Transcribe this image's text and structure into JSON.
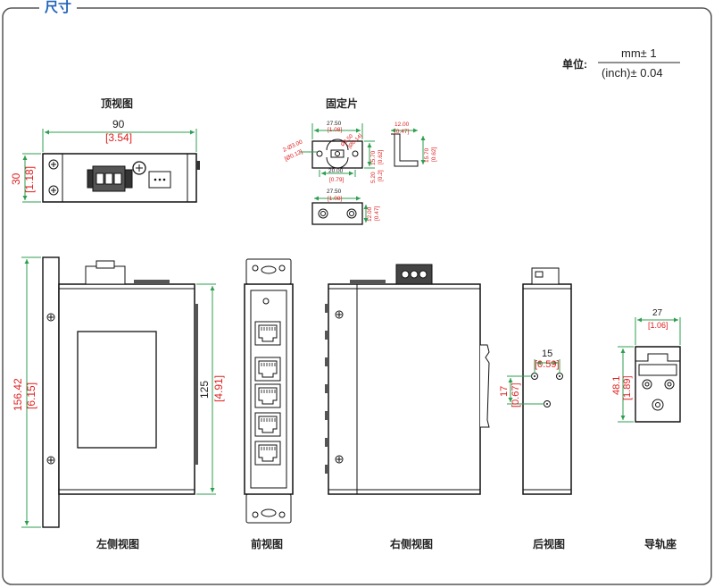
{
  "page": {
    "title": "尺寸",
    "unit_label": "单位:",
    "unit_top": "mm± 1",
    "unit_bottom": "(inch)± 0.04"
  },
  "views": {
    "top": "顶视图",
    "bracket": "固定片",
    "left": "左侧视图",
    "front": "前视图",
    "right": "右侧视图",
    "back": "后视图",
    "rail": "导轨座"
  },
  "dims": {
    "top_w": "90",
    "top_w_in": "[3.54]",
    "top_h": "30",
    "top_h_in": "[1.18]",
    "br_w": "27.50",
    "br_w_in": "[1.08]",
    "br_hole": "2-Ø3.00",
    "br_hole_in": "[Ø0.12]",
    "br_slot": "Ø3.50",
    "br_slot_in": "[Ø0.14]",
    "br_cc": "20.00",
    "br_cc_in": "[0.79]",
    "br_h1": "15.70",
    "br_h1_in": "[0.62]",
    "br_h2": "5.20",
    "br_h2_in": "[0.2]",
    "br_side_w": "12.00",
    "br_side_w_in": "[0.47]",
    "br_side_h": "15.70",
    "br_side_h_in": "[0.62]",
    "br2_w": "27.50",
    "br2_w_in": "[1.08]",
    "br2_h": "12.00",
    "br2_h_in": "[0.47]",
    "left_h": "156.42",
    "left_h_in": "[6.15]",
    "left_body": "125",
    "left_body_in": "[4.91]",
    "back_w": "15",
    "back_w_in": "[0.59]",
    "back_h": "17",
    "back_h_in": "[0.67]",
    "rail_w": "27",
    "rail_w_in": "[1.06]",
    "rail_h": "48.1",
    "rail_h_in": "[1.89]"
  },
  "colors": {
    "frame": "#555555",
    "title": "#1f63b8",
    "dim_line": "#2e9e4f",
    "dim_text": "#e02020",
    "outline": "#111111"
  }
}
